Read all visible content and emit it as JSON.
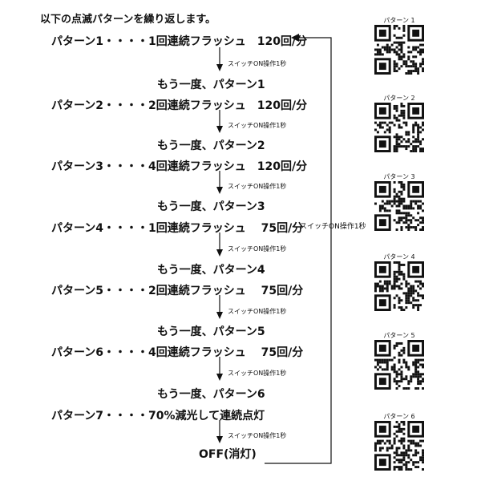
{
  "title": "以下の点滅パターンを繰り返します。",
  "switch_label": "スイッチON操作1秒",
  "patterns": [
    {
      "label": "パターン1・・・・1回連続フラッシュ　120回/分",
      "again": "もう一度、パターン1"
    },
    {
      "label": "パターン2・・・・2回連続フラッシュ　120回/分",
      "again": "もう一度、パターン2"
    },
    {
      "label": "パターン3・・・・4回連続フラッシュ　120回/分",
      "again": "もう一度、パターン3"
    },
    {
      "label": "パターン4・・・・1回連続フラッシュ　 75回/分",
      "again": "もう一度、パターン4"
    },
    {
      "label": "パターン5・・・・2回連続フラッシュ　 75回/分",
      "again": "もう一度、パターン5"
    },
    {
      "label": "パターン6・・・・4回連続フラッシュ　 75回/分",
      "again": "もう一度、パターン6"
    },
    {
      "label": "パターン7・・・・70%減光して連続点灯",
      "again": ""
    }
  ],
  "off_label": "OFF(消灯)",
  "qr_codes": [
    {
      "label": "パターン 1"
    },
    {
      "label": "パターン 2"
    },
    {
      "label": "パターン 3"
    },
    {
      "label": "パターン 4"
    },
    {
      "label": "パターン 5"
    },
    {
      "label": "パターン 6"
    }
  ]
}
